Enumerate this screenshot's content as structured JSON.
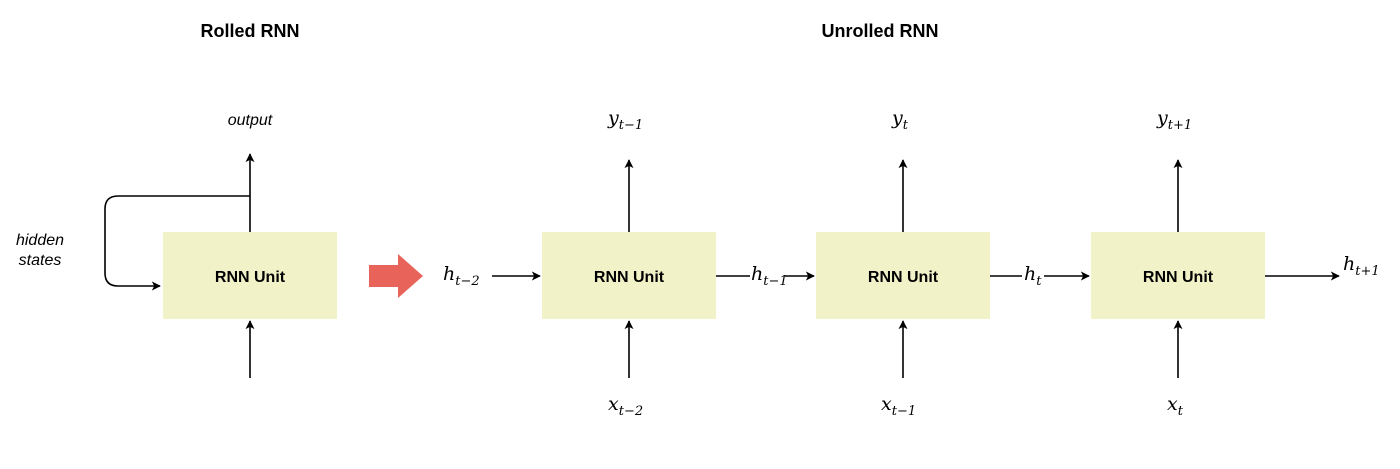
{
  "titles": {
    "rolled": "Rolled RNN",
    "unrolled": "Unrolled RNN"
  },
  "rolled": {
    "unit_label": "RNN Unit",
    "output_label": "output",
    "hidden_label_line1": "hidden",
    "hidden_label_line2": "states"
  },
  "arrow_color": "#e8645a",
  "box_color": "#f2f2c9",
  "unrolled": {
    "units": [
      {
        "label": "RNN Unit",
        "output": {
          "base": "y",
          "sub": "t−1"
        },
        "input": {
          "base": "x",
          "sub": "t−2"
        }
      },
      {
        "label": "RNN Unit",
        "output": {
          "base": "y",
          "sub": "t"
        },
        "input": {
          "base": "x",
          "sub": "t−1"
        }
      },
      {
        "label": "RNN Unit",
        "output": {
          "base": "y",
          "sub": "t+1"
        },
        "input": {
          "base": "x",
          "sub": "t"
        }
      }
    ],
    "hidden": [
      {
        "base": "h",
        "sub": "t−2"
      },
      {
        "base": "h",
        "sub": "t−1"
      },
      {
        "base": "h",
        "sub": "t"
      },
      {
        "base": "h",
        "sub": "t+1"
      }
    ]
  }
}
